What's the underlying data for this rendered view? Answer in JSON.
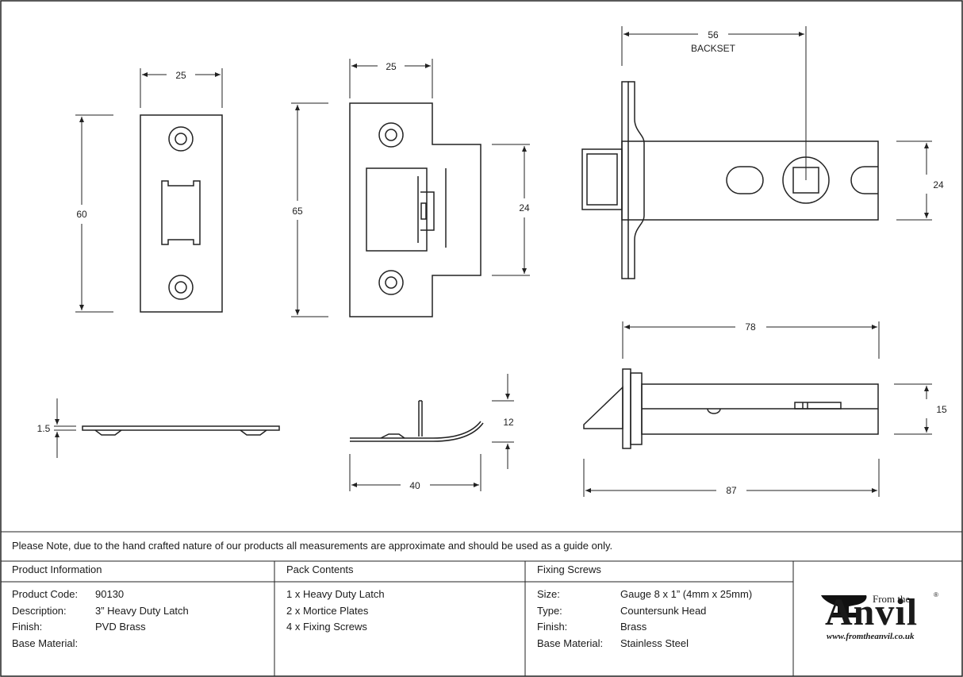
{
  "drawing": {
    "dims": {
      "strike_width": "25",
      "strike_height": "60",
      "tplate_width": "25",
      "tplate_height": "65",
      "tplate_inner": "24",
      "backset_value": "56",
      "backset_label": "BACKSET",
      "latch_face": "24",
      "strike_thickness": "1.5",
      "tplate_depth": "12",
      "tplate_side_width": "40",
      "latch_body_length": "78",
      "latch_body_height": "15",
      "latch_total_length": "87"
    }
  },
  "note": "Please Note, due to the hand crafted nature of our products all measurements are approximate and should be used as a guide only.",
  "product_info": {
    "heading": "Product Information",
    "rows": [
      {
        "label": "Product Code:",
        "value": "90130"
      },
      {
        "label": "Description:",
        "value": "3” Heavy Duty Latch"
      },
      {
        "label": "Finish:",
        "value": "PVD Brass"
      },
      {
        "label": "Base Material:",
        "value": ""
      }
    ]
  },
  "pack_contents": {
    "heading": "Pack Contents",
    "items": [
      "1 x Heavy Duty Latch",
      "2 x Mortice Plates",
      "4 x Fixing Screws"
    ]
  },
  "fixing_screws": {
    "heading": "Fixing Screws",
    "rows": [
      {
        "label": "Size:",
        "value": "Gauge 8 x 1” (4mm x 25mm)"
      },
      {
        "label": "Type:",
        "value": "Countersunk Head"
      },
      {
        "label": "Finish:",
        "value": "Brass"
      },
      {
        "label": "Base Material:",
        "value": "Stainless Steel"
      }
    ]
  },
  "logo": {
    "from": "From the",
    "name": "Anvil",
    "reg": "®",
    "url": "www.fromtheanvil.co.uk"
  }
}
